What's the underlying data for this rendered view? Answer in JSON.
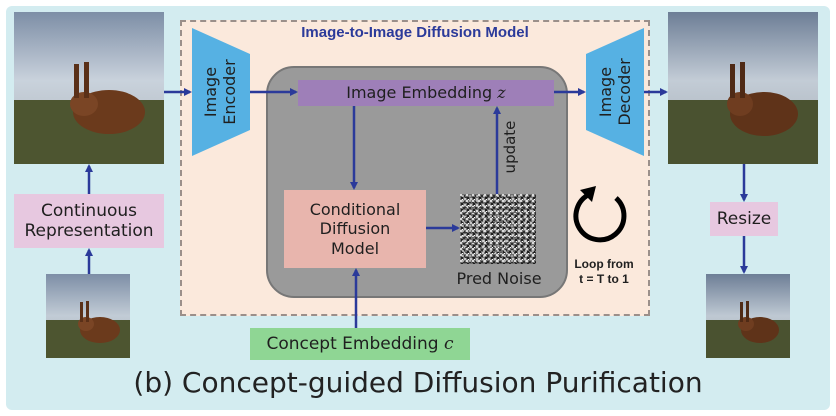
{
  "caption": "(b) Concept-guided Diffusion Purification",
  "model": {
    "title": "Image-to-Image Diffusion Model",
    "encoder": "Image Encoder",
    "decoder": "Image Decoder",
    "embedding_label": "Image Embedding",
    "embedding_var": "z",
    "conditional_model": "Conditional Diffusion Model",
    "update": "update",
    "pred_noise": "Pred Noise",
    "loop_line1": "Loop from",
    "loop_line2": "t = T to 1"
  },
  "left": {
    "continuous_representation": "Continuous Representation"
  },
  "right": {
    "resize": "Resize"
  },
  "concept": {
    "label": "Concept Embedding",
    "var": "c"
  },
  "colors": {
    "background": "#d3ecf0",
    "frame_fill": "#fbe9dc",
    "encoder_blue": "#56b1e3",
    "embedding_purple": "#9e7fb8",
    "conditional_pink": "#e8b5ad",
    "concept_green": "#8fd694",
    "repr_pink": "#e7c8e0",
    "arrow_navy": "#2b3a9a"
  },
  "icons": {
    "loop": "circular-arrow-icon"
  }
}
